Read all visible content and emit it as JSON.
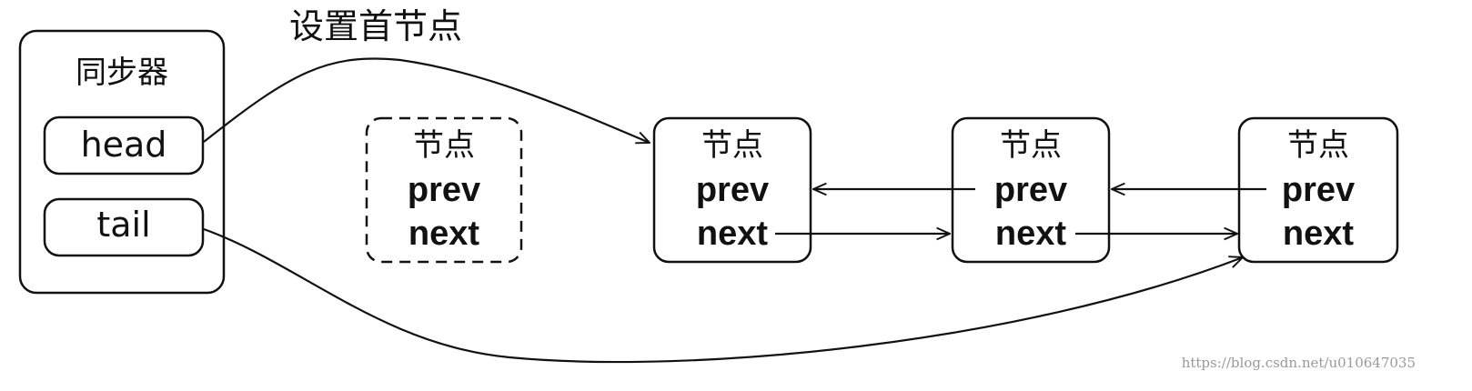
{
  "caption": "设置首节点",
  "synchronizer": {
    "title": "同步器",
    "fields": [
      "head",
      "tail"
    ]
  },
  "nodes": [
    {
      "title": "节点",
      "fields": [
        "prev",
        "next"
      ]
    },
    {
      "title": "节点",
      "fields": [
        "prev",
        "next"
      ]
    },
    {
      "title": "节点",
      "fields": [
        "prev",
        "next"
      ]
    },
    {
      "title": "节点",
      "fields": [
        "prev",
        "next"
      ]
    }
  ],
  "watermark": "https://blog.csdn.net/u010647035"
}
